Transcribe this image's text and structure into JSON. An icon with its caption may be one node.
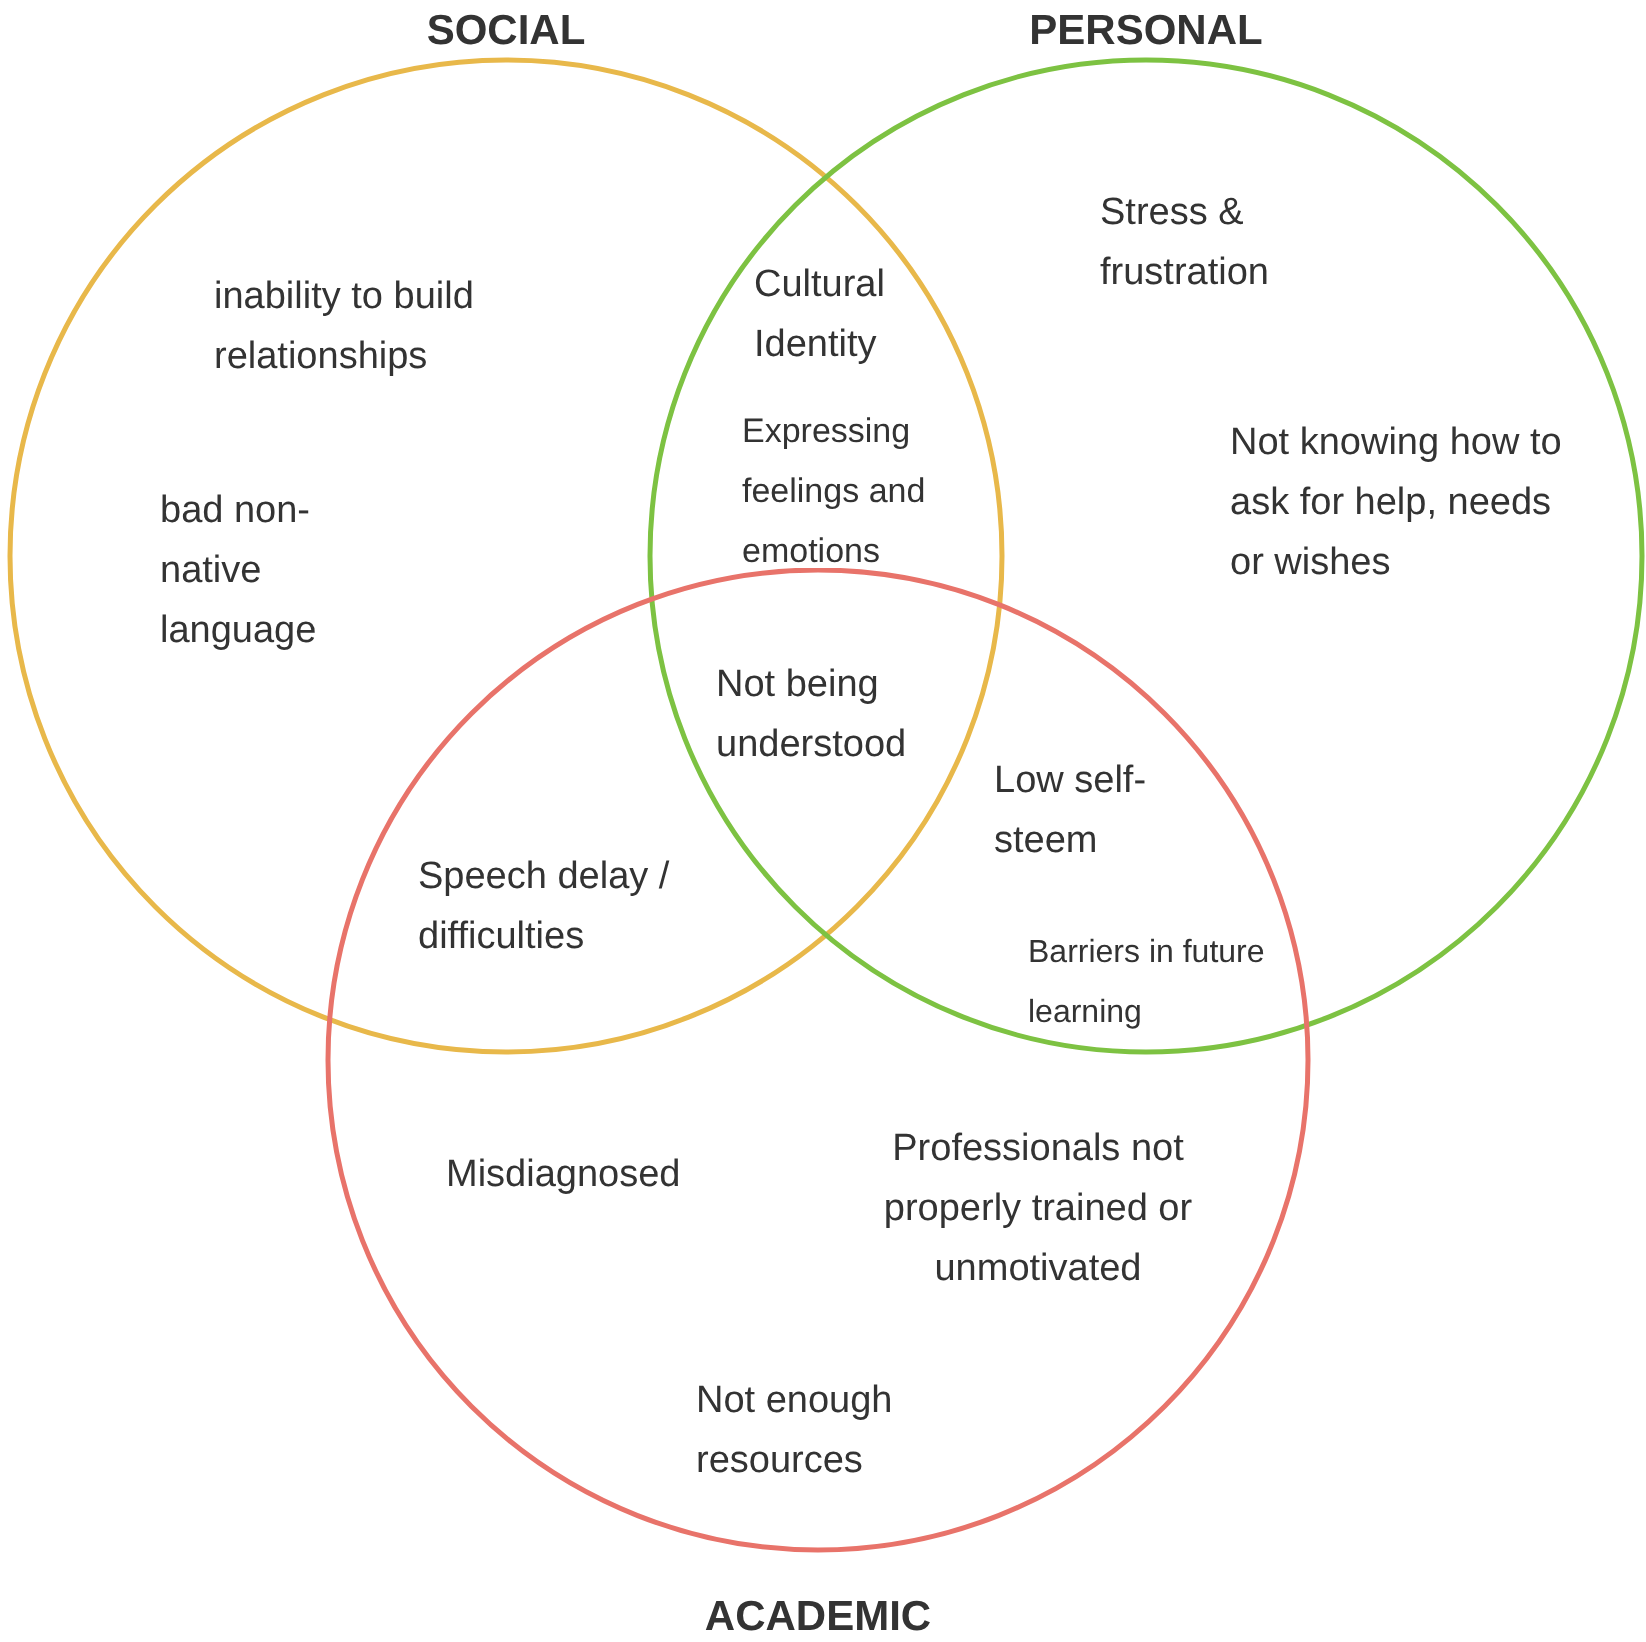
{
  "diagram": {
    "nodes": [
      {
        "text": [
          "SOCIAL"
        ]
      },
      {
        "text": [
          "PERSONAL"
        ]
      },
      {
        "text": [
          "ACADEMIC"
        ]
      }
    ],
    "edges": [],
    "labels": [
      "Stress & frustration",
      "Cultural Identity",
      "inability to build relationships",
      "Expressing feelings and emotions",
      "Not knowing how to ask for help, needs or wishes",
      "bad non-native language",
      "Not being understood",
      "Low self-steem",
      "Speech delay / difficulties",
      "Barriers in future learning",
      "Misdiagnosed",
      "Professionals not properly trained or unmotivated",
      "Not enough resources"
    ]
  }
}
